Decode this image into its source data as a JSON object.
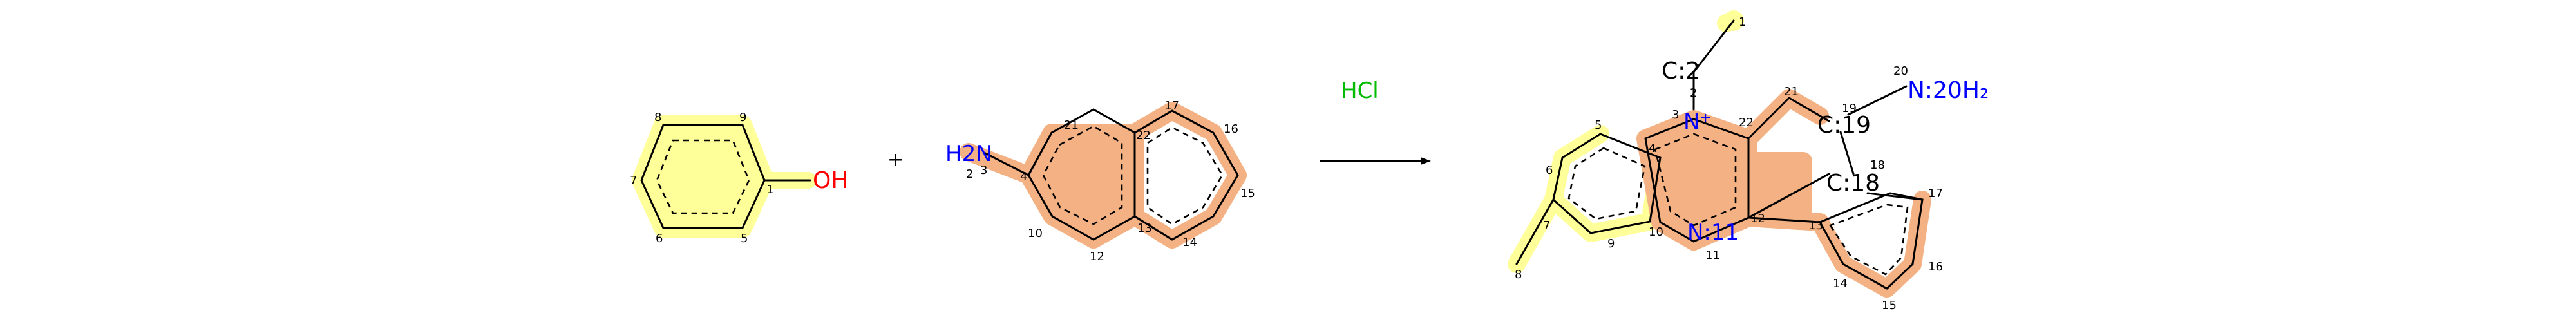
{
  "reaction": {
    "plus": "+",
    "agent": "HCl",
    "agent_color": "#00bb00",
    "heteroatom_color": "#0000ff",
    "oxygen_color": "#ff0000",
    "highlight_yellow": "#ffff99",
    "highlight_orange": "#f4b183",
    "reactant1": {
      "atoms": [
        "OH",
        "1",
        "5",
        "6",
        "7",
        "8",
        "9"
      ]
    },
    "reactant2": {
      "atoms": [
        "H2N",
        "2",
        "3",
        "4",
        "10",
        "12",
        "13",
        "14",
        "15",
        "16",
        "17",
        "22",
        "21"
      ]
    },
    "product": {
      "atoms": [
        "C:2",
        "2",
        "1",
        "N⁺",
        "3",
        "4",
        "5",
        "6",
        "7",
        "8",
        "9",
        "10",
        "N:11",
        "11",
        "12",
        "13",
        "14",
        "15",
        "16",
        "17",
        "18",
        "C:18",
        "19",
        "C:19",
        "20",
        "N:20H₂",
        "21",
        "22"
      ]
    }
  }
}
